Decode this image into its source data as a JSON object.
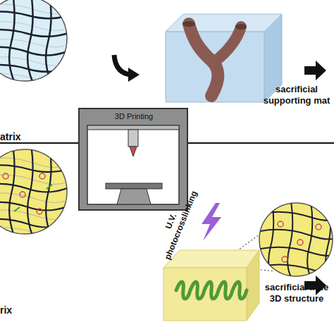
{
  "diagram": {
    "nodes": [
      {
        "text": [
          "3D Printing"
        ]
      }
    ],
    "labels": [
      "atrix",
      "sacrificial supporting mat",
      "U.V. photocrosslinking",
      "sacrificial inne 3D structure",
      "rix"
    ]
  }
}
